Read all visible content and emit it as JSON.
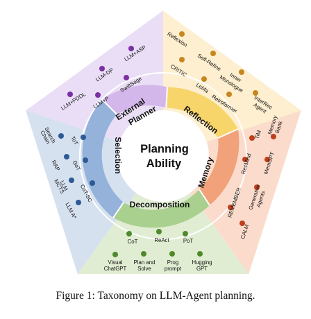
{
  "center_label": [
    "Planning",
    "Ability"
  ],
  "caption": "Figure 1: Taxonomy on LLM-Agent planning.",
  "colors": {
    "external_bg": "#e9def5",
    "external_ring": "#d3b7ea",
    "external_dot": "#7a2fa3",
    "reflection_bg": "#fdefcf",
    "reflection_ring": "#f8d56a",
    "reflection_dot": "#c7861f",
    "memory_bg": "#fbdccc",
    "memory_ring": "#f2a27a",
    "memory_dot": "#bf3f1a",
    "decomposition_bg": "#e0edd2",
    "decomposition_ring": "#a9d08e",
    "decomposition_dot": "#4e8a2c",
    "selection_bg": "#d6e1f0",
    "selection_ring": "#94b2da",
    "selection_dot": "#2b5a94"
  },
  "segments": {
    "external": {
      "label_lines": [
        "External",
        "Planner"
      ],
      "items": [
        {
          "label": "LLM+ASP"
        },
        {
          "label": "LLM-DP"
        },
        {
          "label": "SwiftSage"
        },
        {
          "label": "LLM+P"
        },
        {
          "label": "LLM+PDDL"
        }
      ]
    },
    "reflection": {
      "label_lines": [
        "Reflection"
      ],
      "items": [
        {
          "label": "Reflexion"
        },
        {
          "label": "Self-Refine"
        },
        {
          "label": "CRITIC"
        },
        {
          "label": "Inner Monologue"
        },
        {
          "label": "LeMa"
        },
        {
          "label": "Retroformer"
        },
        {
          "label": "InterRec Agent"
        }
      ]
    },
    "memory": {
      "label_lines": [
        "Memory"
      ],
      "items": [
        {
          "label": "Memory Bank"
        },
        {
          "label": "TiM"
        },
        {
          "label": "RecMind"
        },
        {
          "label": "MemGPT"
        },
        {
          "label": "Generative Agents"
        },
        {
          "label": "REMEMBER"
        },
        {
          "label": "CALM"
        }
      ]
    },
    "decomposition": {
      "label_lines": [
        "Decomposition"
      ],
      "items": [
        {
          "label": "CoT"
        },
        {
          "label": "ReAct"
        },
        {
          "label": "PoT"
        },
        {
          "label": "Visual ChatGPT"
        },
        {
          "label": "Plan and Solve"
        },
        {
          "label": "Prog prompt"
        },
        {
          "label": "Hugging GPT"
        }
      ]
    },
    "selection": {
      "label_lines": [
        "Selection"
      ],
      "items": [
        {
          "label": "Search Chain"
        },
        {
          "label": "ToT"
        },
        {
          "label": "RAP"
        },
        {
          "label": "GoT"
        },
        {
          "label": "LLM MCTS"
        },
        {
          "label": "CoT-SC"
        },
        {
          "label": "LLM A*"
        }
      ]
    }
  }
}
